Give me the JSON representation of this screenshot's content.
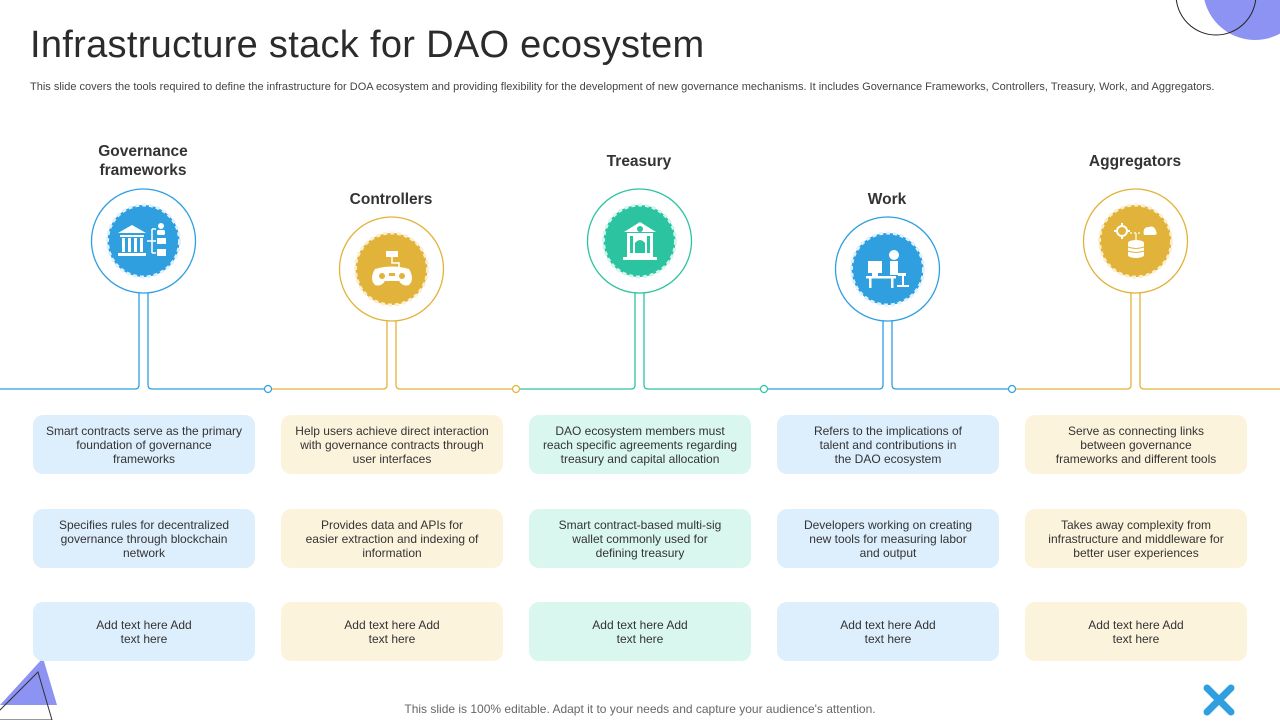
{
  "title": "Infrastructure stack for DAO ecosystem",
  "subtitle": "This slide covers the tools required to define the infrastructure for DOA ecosystem and providing flexibility for the development of new governance mechanisms. It includes Governance Frameworks, Controllers, Treasury, Work, and Aggregators.",
  "columns": [
    {
      "heading": "Governance frameworks",
      "icon": "governance-building-icon",
      "color": "#2f9fe0",
      "cards": [
        "Smart contracts serve as the primary foundation of governance frameworks",
        "Specifies rules for decentralized governance through blockchain network",
        "Add text here Add text here"
      ]
    },
    {
      "heading": "Controllers",
      "icon": "game-controller-icon",
      "color": "#e2b33a",
      "cards": [
        "Help users achieve direct interaction with governance contracts through user interfaces",
        "Provides data and APIs for easier extraction and indexing of information",
        "Add text here Add text here"
      ]
    },
    {
      "heading": "Treasury",
      "icon": "bank-treasury-icon",
      "color": "#2cc4a0",
      "cards": [
        "DAO ecosystem members must reach specific agreements regarding treasury and capital allocation",
        "Smart contract-based multi-sig wallet commonly used for defining treasury",
        "Add text here Add text here"
      ]
    },
    {
      "heading": "Work",
      "icon": "person-at-desk-icon",
      "color": "#2f9fe0",
      "cards": [
        "Refers to the implications of talent and contributions in the DAO ecosystem",
        "Developers working on creating new tools for measuring labor and output",
        "Add text here Add text here"
      ]
    },
    {
      "heading": "Aggregators",
      "icon": "data-aggregator-icon",
      "color": "#e2b33a",
      "cards": [
        "Serve as connecting links between governance frameworks and different tools",
        "Takes away complexity from infrastructure and middleware for better user experiences",
        "Add text here Add text here"
      ]
    }
  ],
  "footer": "This slide is 100% editable. Adapt it to your needs and capture your audience's attention.",
  "colors": {
    "blue": "#2f9fe0",
    "gold": "#e2b33a",
    "teal": "#2cc4a0",
    "accent_purple": "#8c93f2"
  }
}
